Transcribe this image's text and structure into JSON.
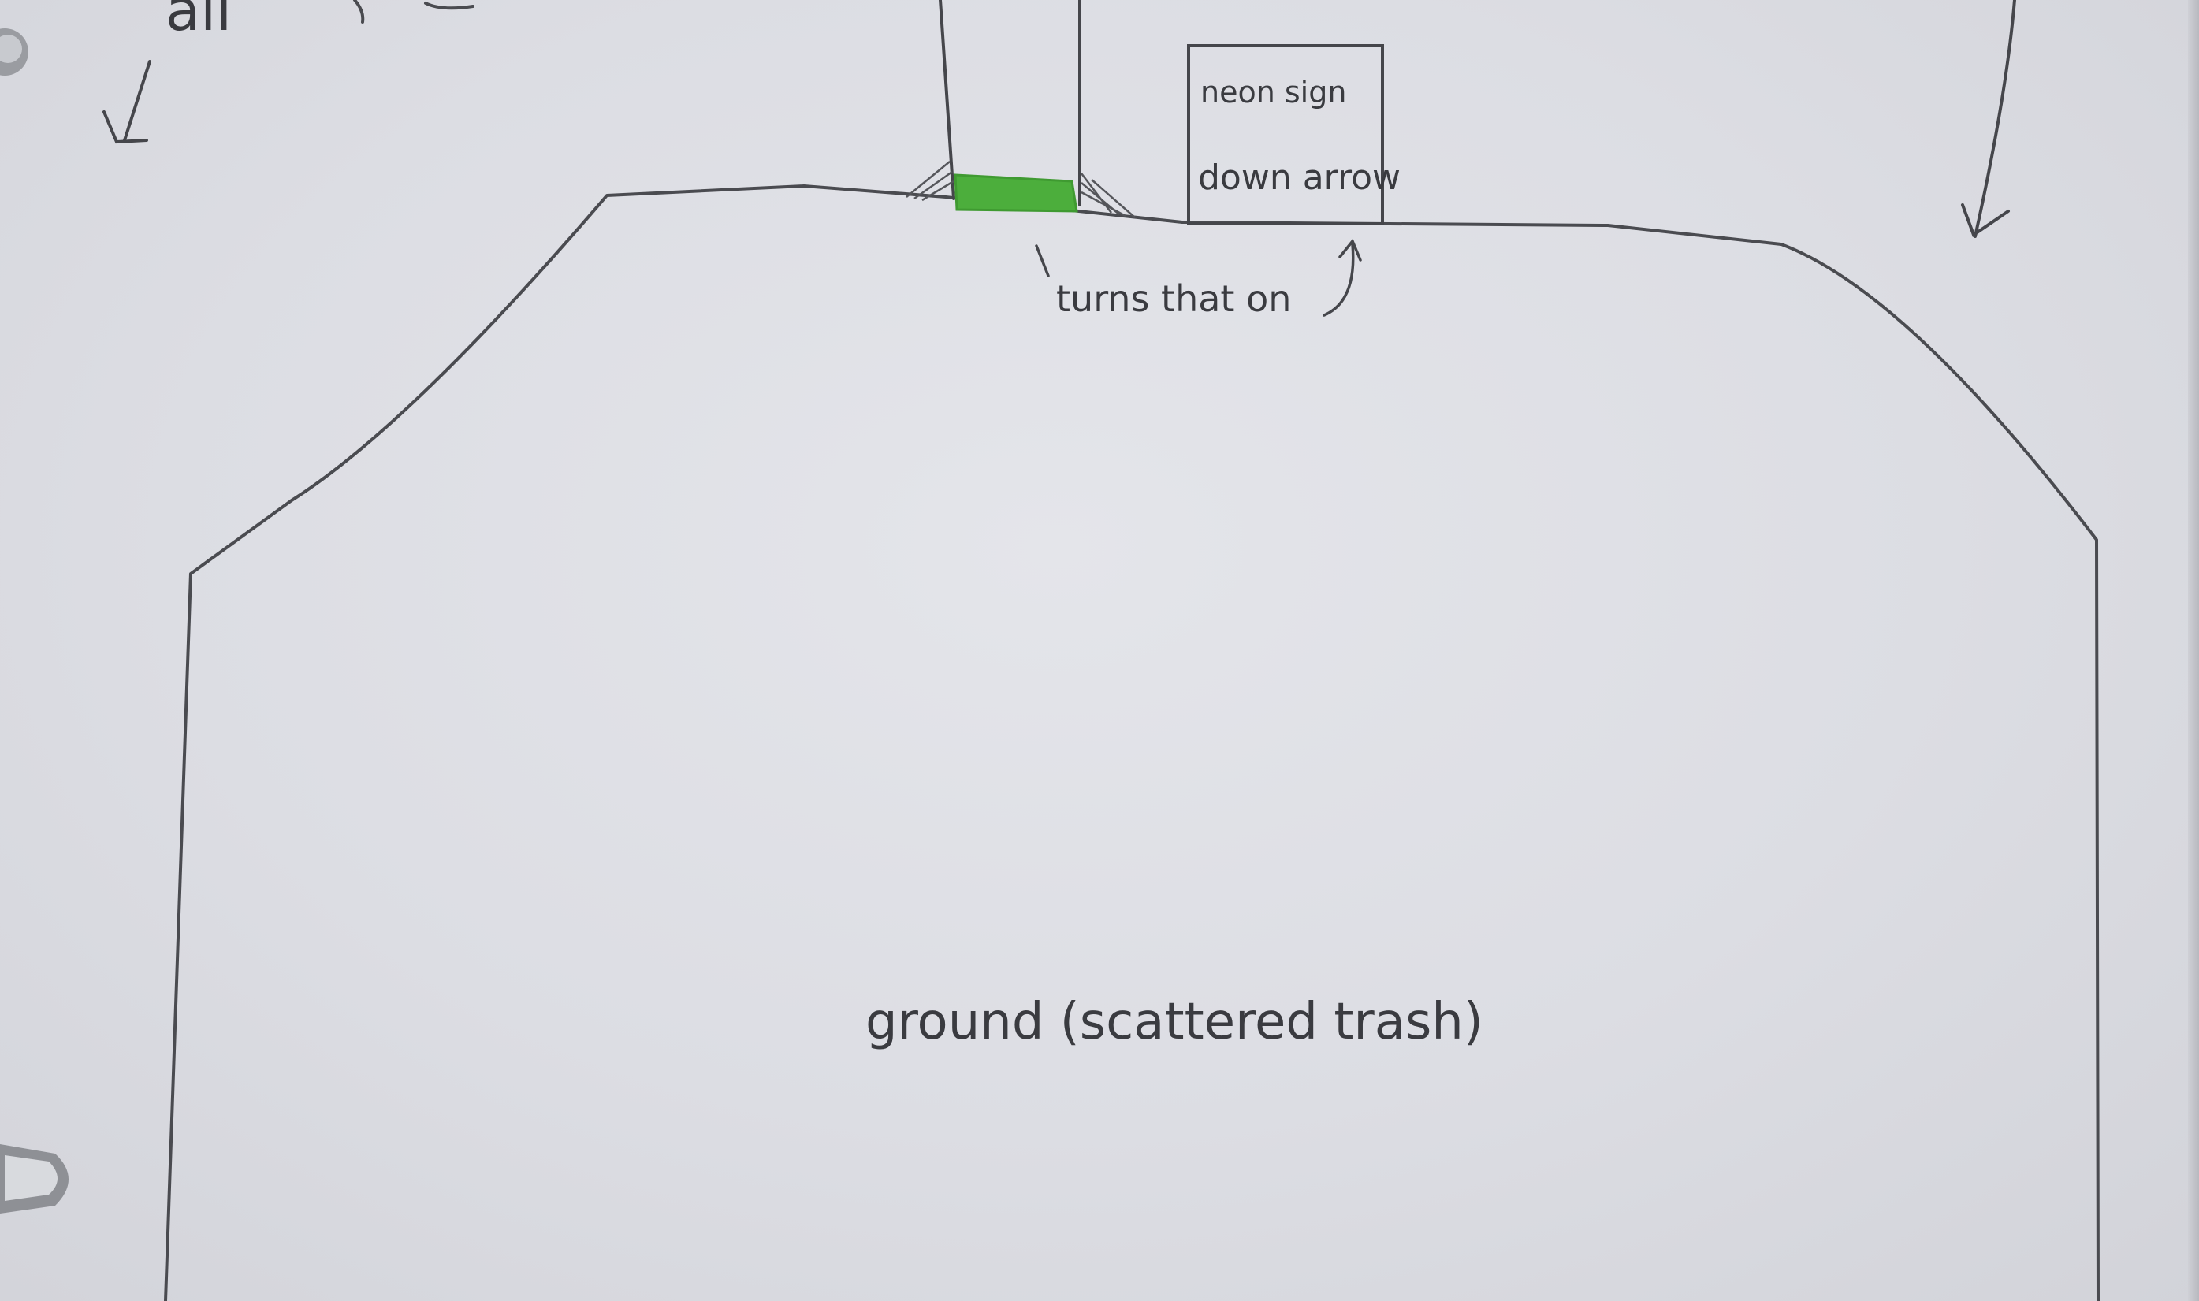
{
  "colors": {
    "paper": "#dddee3",
    "pencil": "#444549",
    "marker_green": "#4cae3c",
    "binder_ring": "#8e9095"
  },
  "labels": {
    "top_partial": "all",
    "sign_line1": "neon sign",
    "sign_line2": "down arrow",
    "turns_on": "turns that on",
    "ground": "ground (scattered trash)"
  },
  "icons": {
    "arrow_top_left": "down-left-arrow-icon",
    "arrow_top_right": "down-arrow-icon",
    "arrow_turns_on": "curved-up-arrow-icon"
  }
}
